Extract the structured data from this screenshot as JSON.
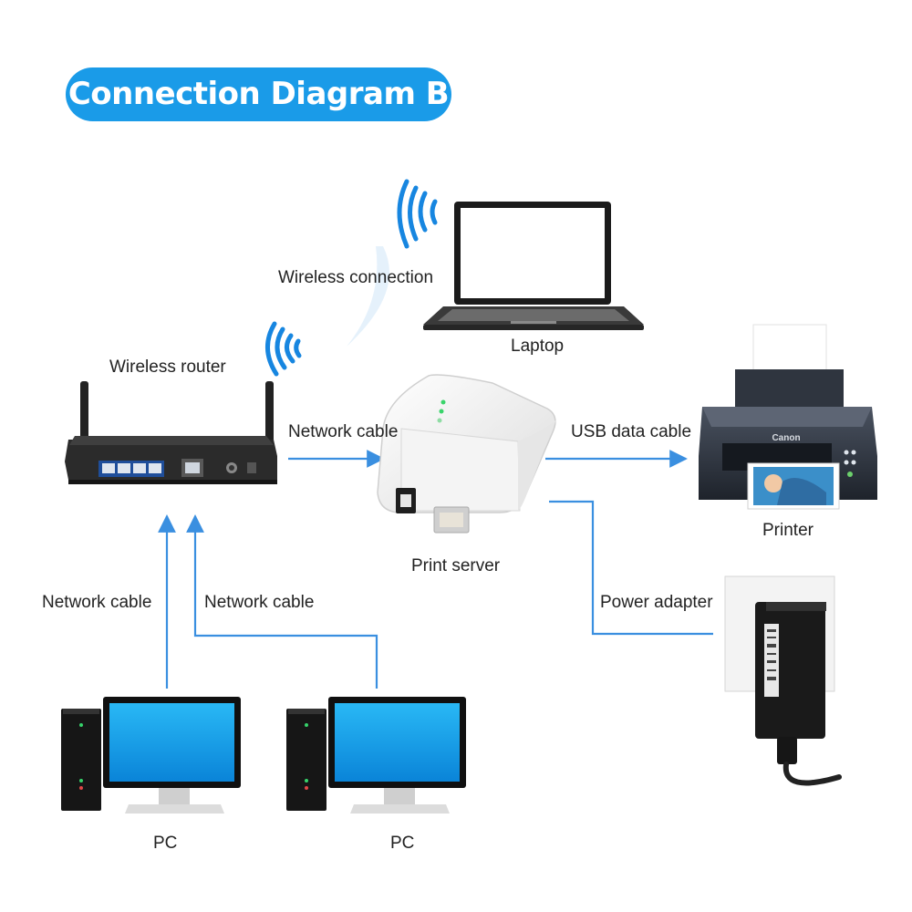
{
  "title": "Connection Diagram B",
  "labels": {
    "wireless_connection": "Wireless connection",
    "laptop": "Laptop",
    "wireless_router": "Wireless router",
    "network_cable_top": "Network cable",
    "usb_data_cable": "USB data cable",
    "printer": "Printer",
    "print_server": "Print server",
    "network_cable_left": "Network cable",
    "network_cable_right": "Network cable",
    "power_adapter": "Power adapter",
    "pc_left": "PC",
    "pc_right": "PC"
  },
  "printer_brand": "Canon",
  "colors": {
    "accent": "#1a9be8",
    "connector": "#3a8fe0",
    "text": "#222222"
  }
}
